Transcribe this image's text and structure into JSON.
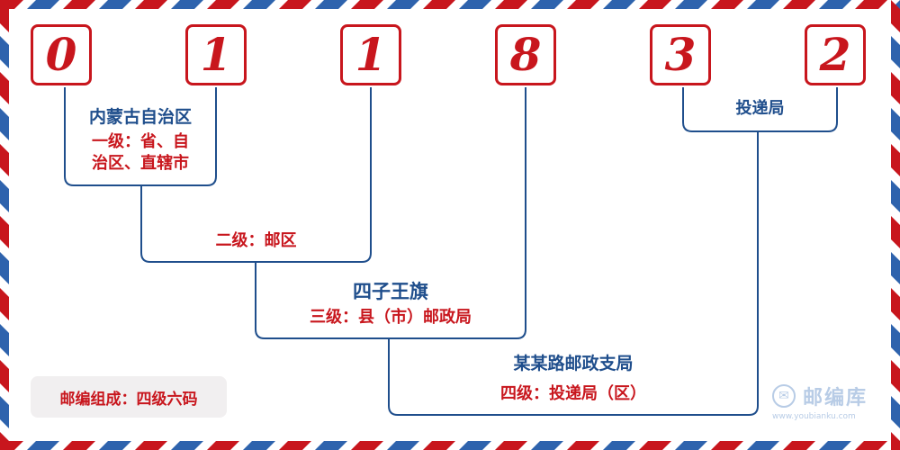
{
  "digits": [
    "0",
    "1",
    "1",
    "8",
    "3",
    "2"
  ],
  "level1": {
    "name": "内蒙古自治区",
    "desc_line1": "一级：省、自",
    "desc_line2": "治区、直辖市"
  },
  "level2": {
    "desc": "二级：邮区"
  },
  "level3": {
    "name": "四子王旗",
    "desc": "三级：县（市）邮政局"
  },
  "level4": {
    "name": "某某路邮政支局",
    "desc": "四级：投递局（区）"
  },
  "delivery": {
    "name": "投递局"
  },
  "badge": "邮编组成：四级六码",
  "watermark": {
    "name": "邮编库",
    "url": "www.youbianku.com",
    "icon": "mail-circle-icon"
  },
  "colors": {
    "red": "#c8161d",
    "blue": "#1f4e8c",
    "stripe_blue": "#2e63ad"
  }
}
